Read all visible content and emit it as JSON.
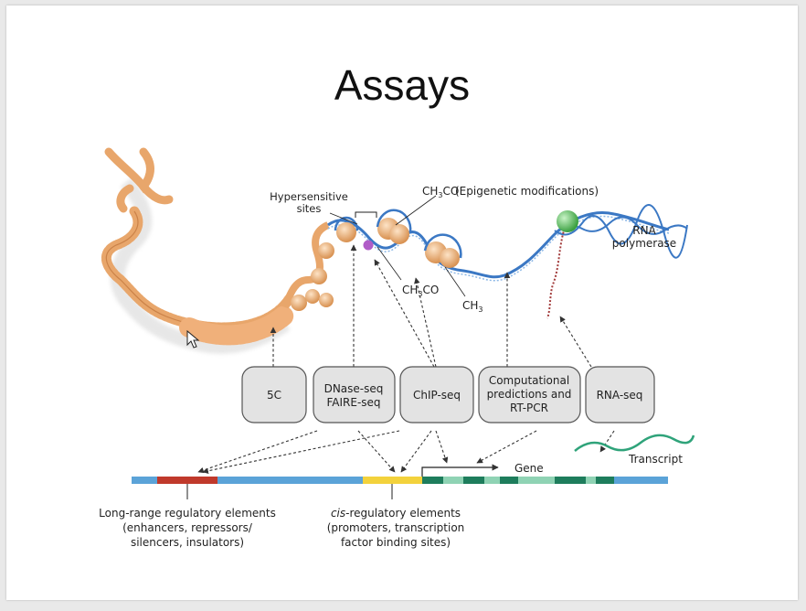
{
  "slide": {
    "title": "Assays"
  },
  "labels": {
    "hypersensitive_line1": "Hypersensitive",
    "hypersensitive_line2": "sites",
    "epigenetic": "(Epigenetic modifications)",
    "ch3co_top": "CH",
    "ch3co_top_sub": "3",
    "ch3co_top_tail": "CO",
    "ch3co_mid": "CH",
    "ch3co_mid_sub": "3",
    "ch3co_mid_tail": "CO",
    "ch3": "CH",
    "ch3_sub": "3",
    "rna_line1": "RNA",
    "rna_line2": "polymerase",
    "gene": "Gene",
    "transcript": "Transcript",
    "long_range_line1": "Long-range regulatory elements",
    "long_range_line2": "(enhancers, repressors/",
    "long_range_line3": "silencers, insulators)",
    "cis_italic": "cis",
    "cis_rest": "-regulatory elements",
    "cis_line2": "(promoters, transcription",
    "cis_line3": "factor binding sites)"
  },
  "assays": [
    {
      "lines": [
        "5C"
      ]
    },
    {
      "lines": [
        "DNase-seq",
        "FAIRE-seq"
      ]
    },
    {
      "lines": [
        "ChIP-seq"
      ]
    },
    {
      "lines": [
        "Computational",
        "predictions and",
        "RT-PCR"
      ]
    },
    {
      "lines": [
        "RNA-seq"
      ]
    }
  ],
  "colors": {
    "chromatin": "#e8a66b",
    "chromatin_dark": "#b86a32",
    "dna_blue": "#3b78c4",
    "nucleosome": "#f0c090",
    "rna_pol": "#66c766",
    "genome_bar": "#5ba3d8",
    "long_range": "#c0392b",
    "cis_region": "#f3d23c",
    "exon_dark": "#1e7d5c",
    "exon_light": "#8fd3b4",
    "transcript": "#2fa37a",
    "box_fill": "#e3e3e3",
    "box_stroke": "#555555"
  }
}
